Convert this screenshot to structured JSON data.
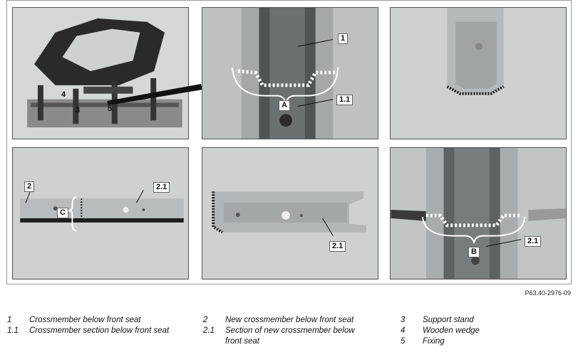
{
  "figure": {
    "labels": {
      "p1": [
        "4",
        "3",
        "5"
      ],
      "p2": [
        "1",
        "A",
        "1.1"
      ],
      "p4": [
        "2",
        "2.1",
        "C"
      ],
      "p5": [
        "2.1"
      ],
      "p6": [
        "B",
        "2.1"
      ]
    },
    "reference": "P63.40-2976-09"
  },
  "legend": [
    {
      "num": "1",
      "text": "Crossmember below front seat"
    },
    {
      "num": "1.1",
      "text": "Crossmember section below front seat"
    },
    {
      "num": "2",
      "text": "New crossmember below front seat"
    },
    {
      "num": "2.1",
      "text": "Section of new crossmember below front seat"
    },
    {
      "num": "3",
      "text": "Support stand"
    },
    {
      "num": "4",
      "text": "Wooden wedge"
    },
    {
      "num": "5",
      "text": "Fixing"
    }
  ]
}
